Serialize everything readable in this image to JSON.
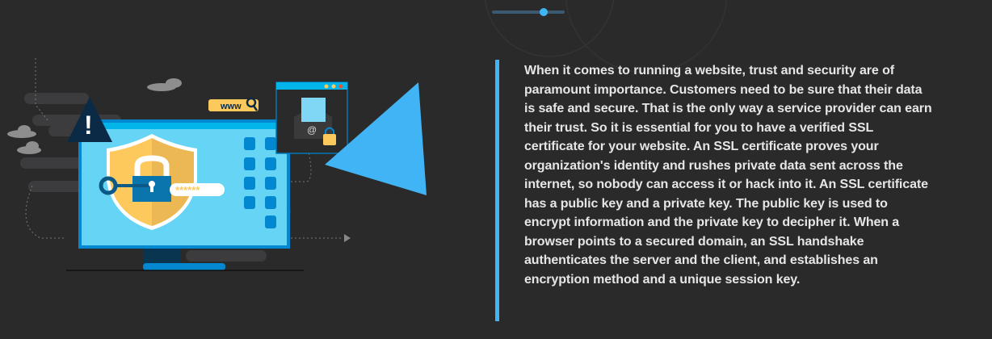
{
  "slider": {
    "value_fraction": 0.76
  },
  "illustration": {
    "url_label": "www",
    "password_mask": "******",
    "email_symbol": "@",
    "warning_symbol": "!"
  },
  "article": {
    "lines": [
      "When it comes to running a website, trust and security are of",
      "paramount importance. Customers need to be sure that their data",
      "is safe and secure. That is the only way a service provider can earn",
      "their trust. So it is essential for you to have a verified SSL",
      "certificate for your website. An SSL certificate proves your",
      "organization's identity and rushes private data sent across the",
      "internet, so nobody can access it or hack into it. An SSL certificate",
      "has a public key and a private key. The public key is used to",
      "encrypt information and the private key to decipher it. When a",
      "browser points to a secured domain, an SSL handshake",
      "authenticates the server and the client, and establishes an",
      "encryption method and a unique session key."
    ]
  },
  "colors": {
    "accent": "#3fb5f5",
    "background": "#2a2a2a",
    "text": "#e6e6e6"
  }
}
